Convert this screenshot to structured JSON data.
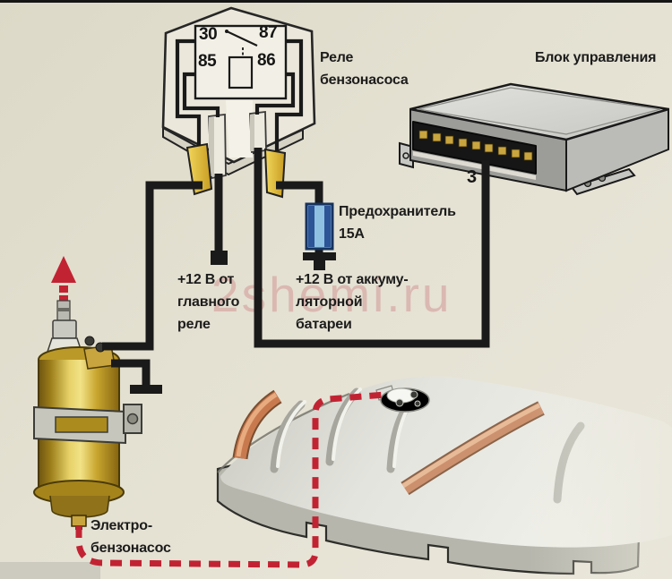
{
  "labels": {
    "relay": "Реле\nбензонасоса",
    "control_unit": "Блок управления",
    "fuse": "Предохранитель\n15А",
    "feed_main_relay": "+12 В от\nглавного\nреле",
    "feed_battery": "+12 В от аккуму-\nляторной\nбатареи",
    "pump": "Электро-\nбензонасос",
    "ecu_pin": "3",
    "watermark": "2shemi.ru"
  },
  "relay_pins": {
    "p30": "30",
    "p87": "87",
    "p85": "85",
    "p86": "86"
  },
  "fuse_rating": "15А",
  "colors": {
    "paper": "#e2dfd0",
    "wire_black": "#1a1a1a",
    "fuel_line_red": "#c22333",
    "fuse_blue": "#8fc0e2",
    "fuse_border": "#16335f",
    "terminal_gold": "#e2bc35",
    "pump_brass": "#c9a53f",
    "watermark_pink": "#cf8f8f"
  }
}
